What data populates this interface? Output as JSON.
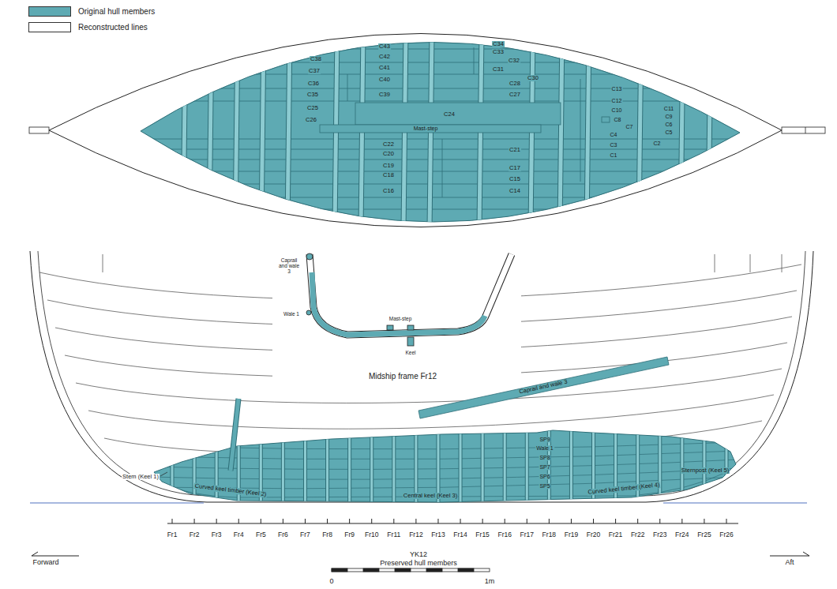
{
  "diagram": {
    "labels": [
      "C38",
      "C42",
      "C43",
      "C34",
      "C33",
      "C32",
      "C37",
      "C41",
      "C31",
      "C30",
      "C36",
      "C40",
      "C28",
      "C35",
      "C39",
      "C27",
      "C25",
      "C24",
      "C26",
      "Mast-step",
      "C22",
      "C21",
      "C20",
      "C19",
      "C17",
      "C18",
      "C15",
      "C16",
      "C14",
      "C13",
      "C12",
      "C10",
      "C11",
      "C9",
      "C8",
      "C7",
      "C6",
      "C5",
      "C4",
      "C3",
      "C2",
      "C1",
      "Caprail and wale 3",
      "Wale 1",
      "Mast-step",
      "Keel",
      "Midship frame Fr12",
      "Caprail and wale 3",
      "SP9",
      "Wale 1",
      "SP8",
      "SP7",
      "SP6",
      "SP5",
      "Stem (Keel 1)",
      "Curved keel timber (Keel 2)",
      "Central keel (Keel 3)",
      "Curved keel timber (Keel 4)",
      "Sternpost (Keel 5)",
      "Fr1",
      "Fr2",
      "Fr3",
      "Fr4",
      "Fr5",
      "Fr6",
      "Fr7",
      "Fr8",
      "Fr9",
      "Fr10",
      "Fr11",
      "Fr12",
      "Fr13",
      "Fr14",
      "Fr15",
      "Fr16",
      "Fr17",
      "Fr18",
      "Fr19",
      "Fr20",
      "Fr21",
      "Fr22",
      "Fr23",
      "Fr24",
      "Fr25",
      "Fr26",
      "Forward",
      "Aft",
      "0",
      "1m",
      "YK12",
      "Preserved hull members"
    ],
    "legend": [
      {
        "text": "Original hull members",
        "color": "#5eaab3"
      },
      {
        "text": "Reconstructed lines",
        "color": "#ffffff"
      }
    ]
  }
}
